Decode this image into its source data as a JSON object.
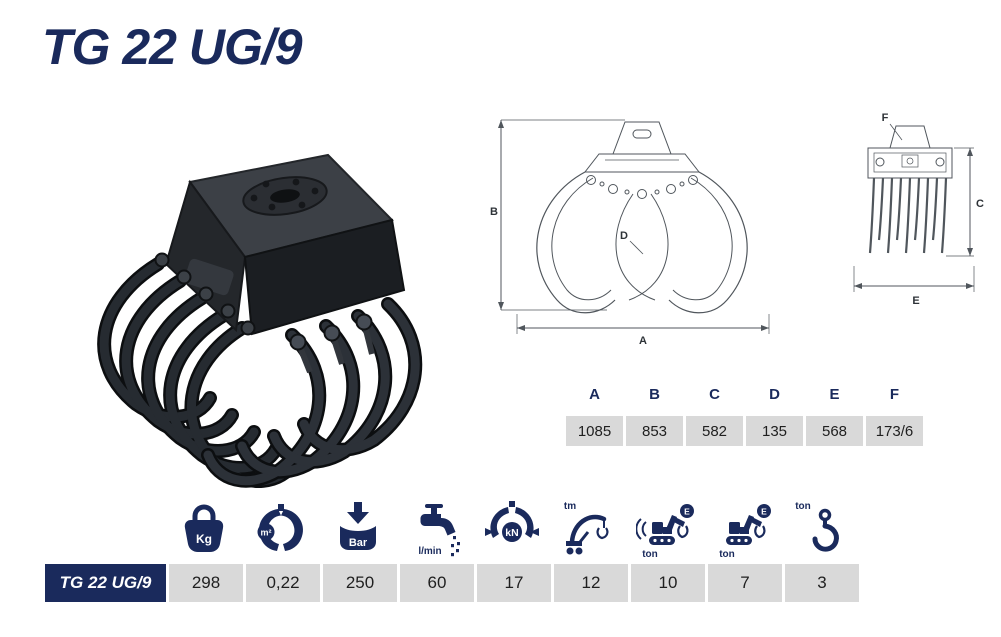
{
  "title": "TG 22 UG/9",
  "colors": {
    "navy": "#1a2a5c",
    "cell_gray": "#d9d9d9"
  },
  "dimension_table": {
    "headers": [
      "A",
      "B",
      "C",
      "D",
      "E",
      "F"
    ],
    "values": [
      "1085",
      "853",
      "582",
      "135",
      "568",
      "173/6"
    ]
  },
  "drawing": {
    "front_labels": {
      "a": "A",
      "b": "B",
      "d": "D"
    },
    "side_labels": {
      "c": "C",
      "e": "E",
      "f": "F"
    }
  },
  "spec_table": {
    "model": "TG 22 UG/9",
    "columns": [
      {
        "icon": "weight-icon",
        "unit": "Kg",
        "value": "298"
      },
      {
        "icon": "grapple-area-icon",
        "unit": "m²",
        "value": "0,22"
      },
      {
        "icon": "pressure-icon",
        "unit": "Bar",
        "value": "250"
      },
      {
        "icon": "oil-flow-icon",
        "unit": "l/min",
        "value": "60"
      },
      {
        "icon": "closing-force-icon",
        "unit": "kN",
        "value": "17"
      },
      {
        "icon": "lifting-moment-icon",
        "unit": "tm",
        "value": "12"
      },
      {
        "icon": "excavator-icon",
        "unit": "ton",
        "value": "10",
        "badge": "E"
      },
      {
        "icon": "excavator-icon",
        "unit": "ton",
        "value": "7",
        "badge": "E"
      },
      {
        "icon": "crane-hook-icon",
        "unit": "ton",
        "value": "3"
      }
    ]
  }
}
